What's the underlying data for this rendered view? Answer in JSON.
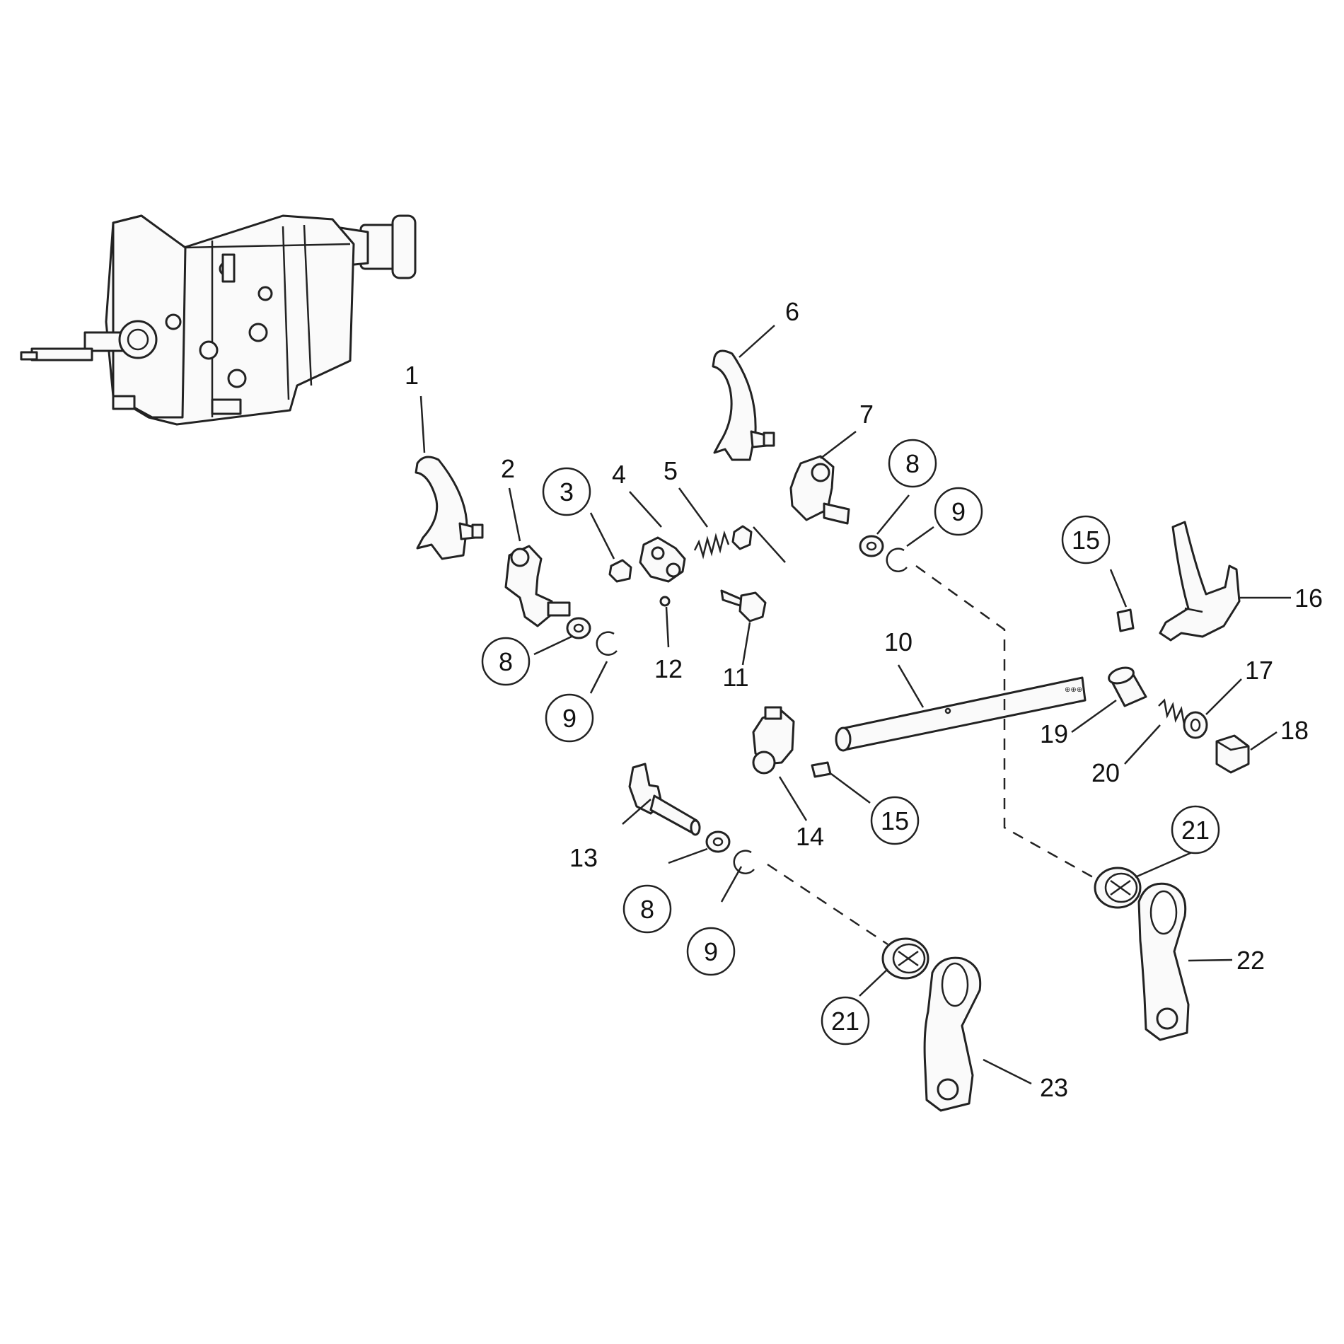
{
  "callouts": {
    "c1": "1",
    "c2": "2",
    "c3": "3",
    "c4": "4",
    "c5": "5",
    "c6": "6",
    "c7": "7",
    "c8a": "8",
    "c8b": "8",
    "c8c": "8",
    "c9a": "9",
    "c9b": "9",
    "c9c": "9",
    "c10": "10",
    "c11": "11",
    "c12": "12",
    "c13": "13",
    "c14": "14",
    "c15a": "15",
    "c15b": "15",
    "c16": "16",
    "c17": "17",
    "c18": "18",
    "c19": "19",
    "c20": "20",
    "c21a": "21",
    "c21b": "21",
    "c22": "22",
    "c23": "23"
  },
  "shaft_marking": "⊕⊕⊕"
}
